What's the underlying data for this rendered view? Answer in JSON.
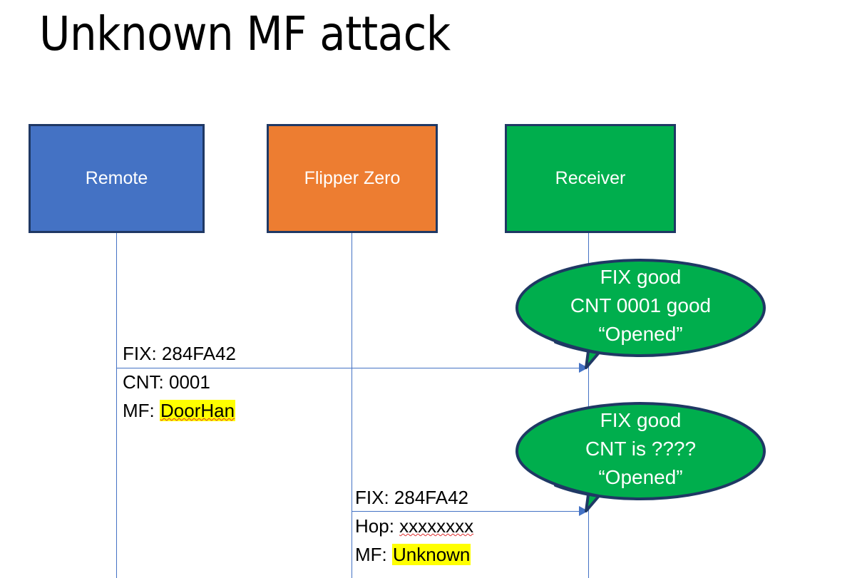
{
  "slide": {
    "title": "Unknown MF attack",
    "background_color": "#FFFFFF"
  },
  "colors": {
    "remote_blue": "#4472C4",
    "flipper_orange": "#ED7D31",
    "receiver_green": "#00AE4D",
    "box_border": "#1F3864",
    "arrow_blue": "#4472C4",
    "highlight_yellow": "#FFFF00",
    "spellcheck_red": "#E03030",
    "bubble_text": "#FFFFFF"
  },
  "actors": [
    {
      "id": "remote",
      "label": "Remote",
      "fill": "#4472C4"
    },
    {
      "id": "flipper",
      "label": "Flipper Zero",
      "fill": "#ED7D31"
    },
    {
      "id": "receiver",
      "label": "Receiver",
      "fill": "#00AE4D"
    }
  ],
  "messages": [
    {
      "id": "msg1",
      "from": "remote",
      "to": "receiver",
      "lines": [
        {
          "prefix": "FIX: ",
          "value": "284FA42",
          "highlight": false,
          "squiggle": false
        },
        {
          "prefix": "CNT: ",
          "value": "0001",
          "highlight": false,
          "squiggle": false
        },
        {
          "prefix": "MF: ",
          "value": "DoorHan",
          "highlight": true,
          "squiggle": true
        }
      ]
    },
    {
      "id": "msg2",
      "from": "flipper",
      "to": "receiver",
      "lines": [
        {
          "prefix": "FIX: ",
          "value": "284FA42",
          "highlight": false,
          "squiggle": false
        },
        {
          "prefix": "Hop: ",
          "value": "xxxxxxxx",
          "highlight": false,
          "squiggle": true
        },
        {
          "prefix": "MF: ",
          "value": "Unknown",
          "highlight": true,
          "squiggle": false
        }
      ]
    }
  ],
  "callouts": [
    {
      "id": "callout-1",
      "anchor": "receiver",
      "line1": "FIX good",
      "line2": "CNT 0001 good",
      "line3": "“Opened”"
    },
    {
      "id": "callout-2",
      "anchor": "receiver",
      "line1": "FIX good",
      "line2": "CNT is ????",
      "line3": "“Opened”"
    }
  ]
}
